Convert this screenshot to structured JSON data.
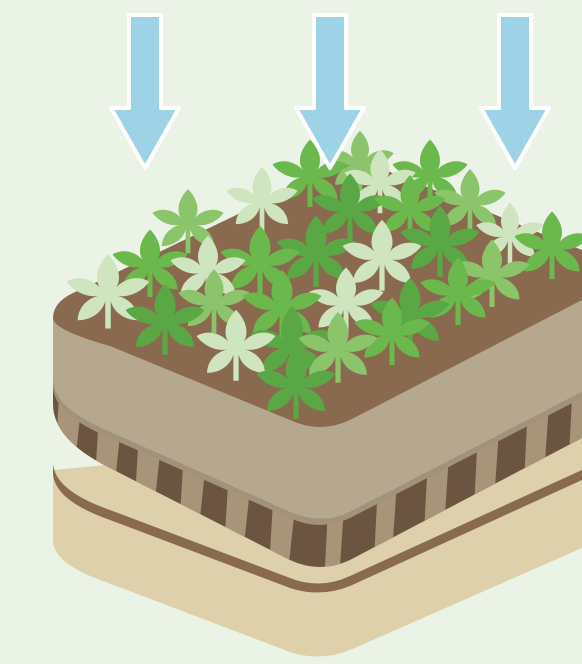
{
  "scene": {
    "background": "#ebf3e6",
    "arrows": {
      "count": 3,
      "direction": "down",
      "fill": "#9ed2e6",
      "outline": "#ffffff",
      "icon": "down-arrow-icon"
    },
    "layers": [
      {
        "name": "soil",
        "color": "#8a6a4e"
      },
      {
        "name": "growing-medium",
        "color": "#b6a78f"
      },
      {
        "name": "drainage-layer",
        "color": "#6b5440"
      },
      {
        "name": "drainage-layer-gaps",
        "color": "#a89479"
      },
      {
        "name": "base-layer",
        "color": "#ddd0aa"
      }
    ],
    "plants": {
      "icon": "leaf-icon",
      "colors": [
        "#6bb84c",
        "#5aa845",
        "#8cc46c",
        "#cfe5bf"
      ]
    }
  }
}
